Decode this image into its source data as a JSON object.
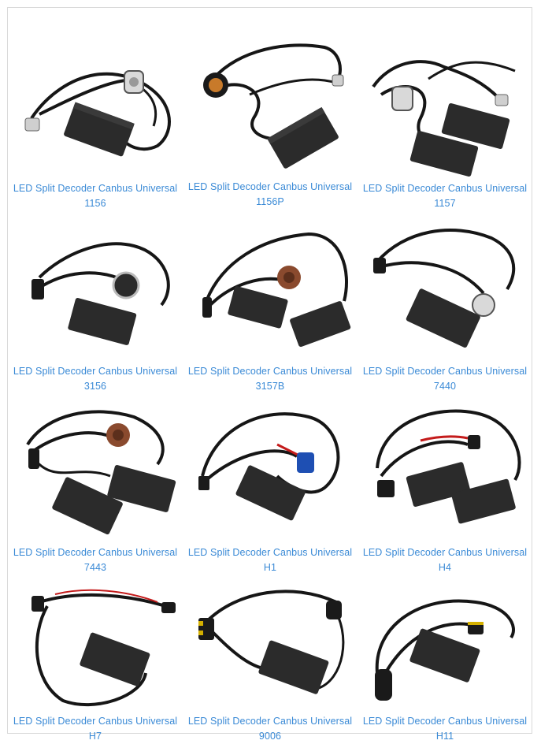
{
  "products": [
    {
      "title": "LED Split Decoder Canbus Universal",
      "model": "1156"
    },
    {
      "title": "LED Split Decoder Canbus Universal",
      "model": "1156P"
    },
    {
      "title": "LED Split Decoder Canbus Universal",
      "model": "1157"
    },
    {
      "title": "LED Split Decoder Canbus Universal",
      "model": "3156"
    },
    {
      "title": "LED Split Decoder Canbus Universal",
      "model": "3157B"
    },
    {
      "title": "LED Split Decoder Canbus Universal",
      "model": "7440"
    },
    {
      "title": "LED Split Decoder Canbus Universal",
      "model": "7443"
    },
    {
      "title": "LED Split Decoder Canbus Universal",
      "model": "H1"
    },
    {
      "title": "LED Split Decoder Canbus Universal",
      "model": "H4"
    },
    {
      "title": "LED Split Decoder Canbus Universal",
      "model": "H7"
    },
    {
      "title": "LED Split Decoder Canbus Universal",
      "model": "9006"
    },
    {
      "title": "LED Split Decoder Canbus Universal",
      "model": "H11"
    }
  ],
  "colors": {
    "caption": "#3a8ad6",
    "cable": "#161616",
    "decoder": "#2b2b2b",
    "connector_blue": "#1e4fb3",
    "socket_brown": "#8a4a2e"
  }
}
